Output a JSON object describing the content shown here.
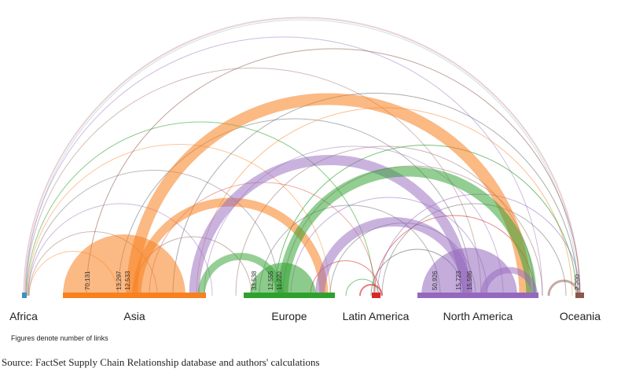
{
  "note": "Figures denote number of links",
  "source": "Source: FactSet Supply Chain Relationship database and authors' calculations",
  "regions": [
    {
      "key": "africa",
      "label": "Africa",
      "color": "#3a8fc9"
    },
    {
      "key": "asia",
      "label": "Asia",
      "color": "#f8801f"
    },
    {
      "key": "europe",
      "label": "Europe",
      "color": "#2ea02e"
    },
    {
      "key": "latin_america",
      "label": "Latin America",
      "color": "#d62728"
    },
    {
      "key": "north_america",
      "label": "North America",
      "color": "#9468bd"
    },
    {
      "key": "oceania",
      "label": "Oceania",
      "color": "#8c564b"
    }
  ],
  "link_labels": [
    {
      "region": "asia",
      "text": "70,131"
    },
    {
      "region": "asia",
      "text": "13,297"
    },
    {
      "region": "asia",
      "text": "12,533"
    },
    {
      "region": "europe",
      "text": "33,538"
    },
    {
      "region": "europe",
      "text": "12,555"
    },
    {
      "region": "europe",
      "text": "11,220"
    },
    {
      "region": "north_america",
      "text": "50,926"
    },
    {
      "region": "north_america",
      "text": "15,723"
    },
    {
      "region": "north_america",
      "text": "15,586"
    },
    {
      "region": "oceania",
      "text": "2,200"
    }
  ]
}
